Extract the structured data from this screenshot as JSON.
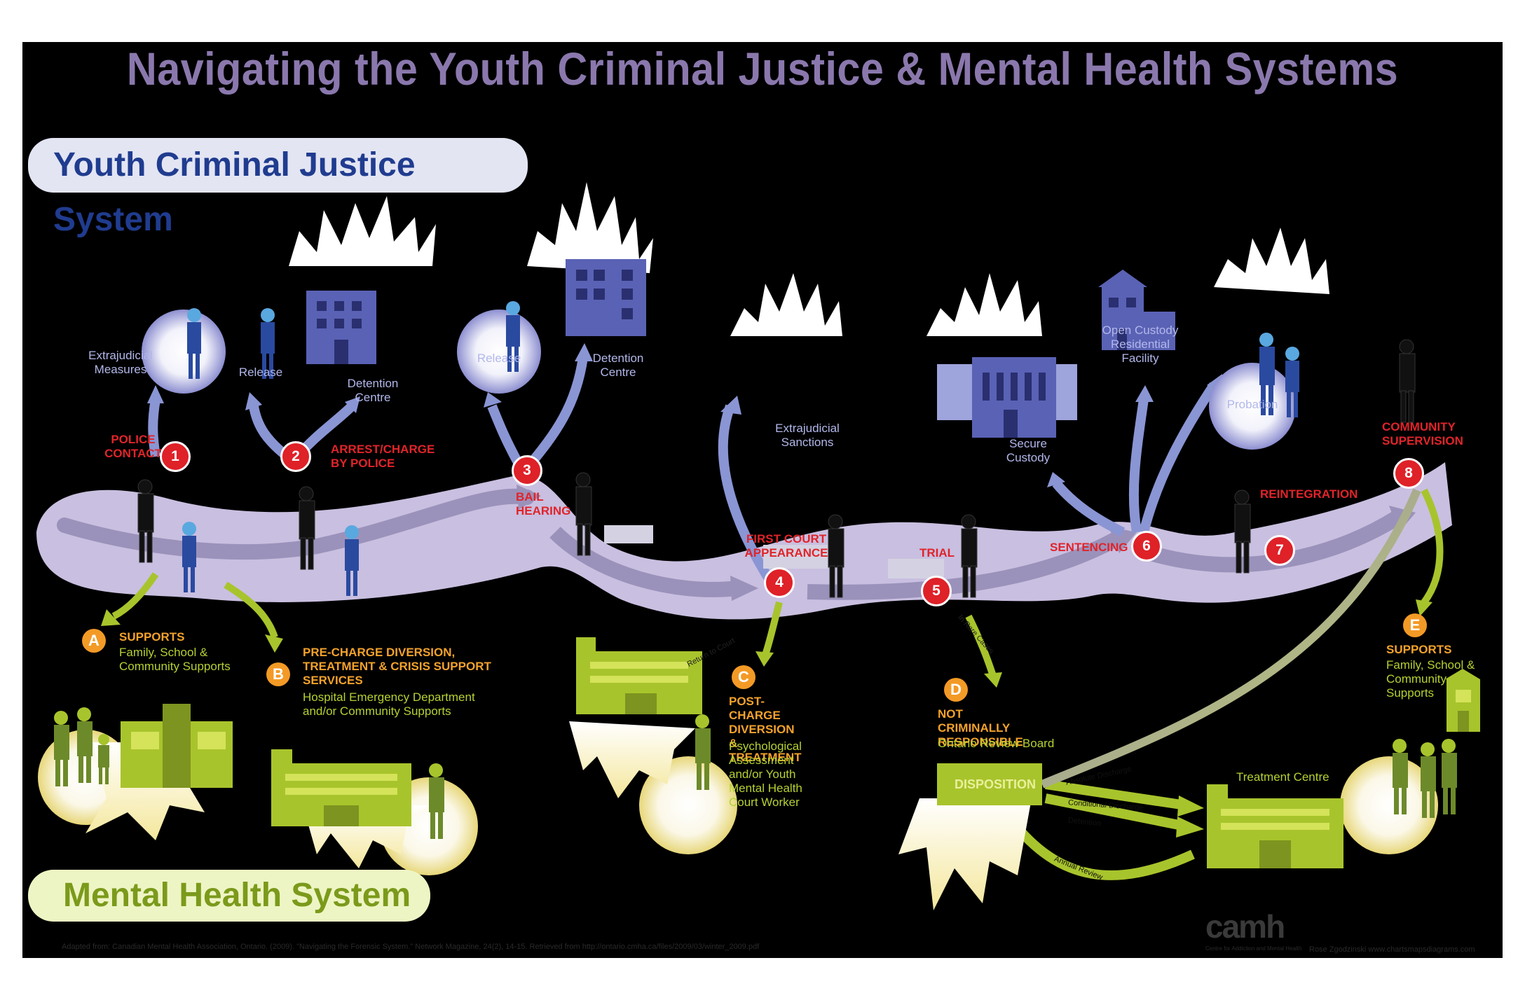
{
  "title": "Navigating the Youth Criminal Justice & Mental Health Systems",
  "sections": {
    "youth_justice": "Youth Criminal Justice System",
    "mental_health": "Mental Health System"
  },
  "justice_steps": [
    {
      "num": "1",
      "label": "POLICE CONTACT"
    },
    {
      "num": "2",
      "label": "ARREST/CHARGE BY POLICE"
    },
    {
      "num": "3",
      "label": "BAIL HEARING"
    },
    {
      "num": "4",
      "label": "FIRST COURT APPEARANCE"
    },
    {
      "num": "5",
      "label": "TRIAL"
    },
    {
      "num": "6",
      "label": "SENTENCING"
    },
    {
      "num": "7",
      "label": "REINTEGRATION"
    },
    {
      "num": "8",
      "label": "COMMUNITY SUPERVISION"
    }
  ],
  "outcomes": {
    "extrajudicial_measures": "Extrajudicial Measures",
    "release_1": "Release",
    "detention_1": "Detention Centre",
    "release_2": "Release",
    "detention_2": "Detention Centre",
    "extrajudicial_sanctions": "Extrajudicial Sanctions",
    "secure_custody": "Secure Custody",
    "open_custody": "Open Custody Residential Facility",
    "probation": "Probation"
  },
  "mental_health_steps": [
    {
      "letter": "A",
      "title": "SUPPORTS",
      "detail": "Family, School & Community Supports"
    },
    {
      "letter": "B",
      "title": "PRE-CHARGE DIVERSION, TREATMENT & CRISIS SUPPORT SERVICES",
      "detail": "Hospital Emergency Department and/or Community Supports"
    },
    {
      "letter": "C",
      "title": "POST-CHARGE DIVERSION & TREATMENT",
      "detail": "Psychological Assessment and/or Youth Mental Health Court Worker"
    },
    {
      "letter": "D",
      "title": "NOT CRIMINALLY RESPONSIBLE",
      "detail": "Ontario Review Board"
    },
    {
      "letter": "E",
      "title": "SUPPORTS",
      "detail": "Family, School & Community Supports"
    }
  ],
  "flow_labels": {
    "return_to_court": "Return to Court",
    "in_rare_cases": "In Rare Cases",
    "disposition": "DISPOSITION",
    "absolute_discharge": "Absolute Discharge",
    "conditional_discharge": "Conditional Discharge",
    "detention": "Detention",
    "annual_review": "Annual Review",
    "treatment_centre": "Treatment Centre"
  },
  "footer": {
    "source": "Adapted from: Canadian Mental Health Association, Ontario. (2009). \"Navigating the Forensic System.\" Network Magazine, 24(2), 14-15. Retrieved from http://ontario.cmha.ca/files/2009/03/winter_2009.pdf",
    "credit": "Rose Zgodzinski   www.chartsmapsdiagrams.com",
    "logo": "camh",
    "logo_sub": "Centre for Addiction and Mental Health"
  },
  "colors": {
    "background": "#000000",
    "title": "#8a78ad",
    "path": "#c9bfe0",
    "justice_blue": "#5a62b5",
    "mental_green": "#a8c42c",
    "step_red": "#df2128",
    "step_orange": "#f39a26"
  }
}
